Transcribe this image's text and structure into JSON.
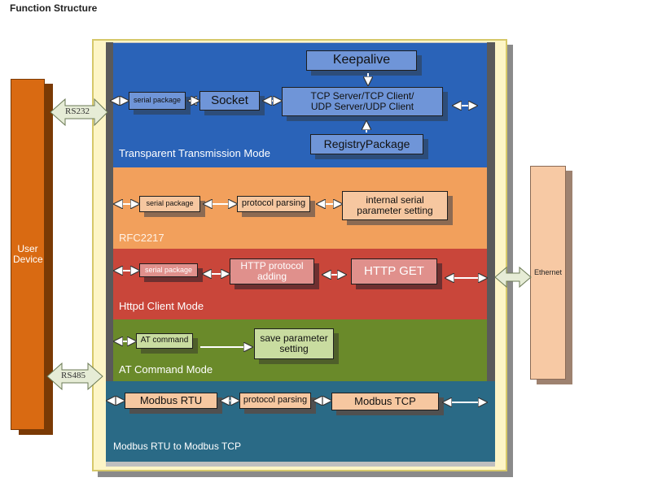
{
  "title": "Function Structure",
  "user_device": "User Device",
  "ethernet": "Ethernet",
  "ports": {
    "rs232": "RS232",
    "rs485": "RS485"
  },
  "bands": {
    "transparent": {
      "label": "Transparent Transmission Mode",
      "serial_package": "serial package",
      "socket": "Socket",
      "keepalive": "Keepalive",
      "tcp_udp": "TCP Server/TCP Client/ UDP Server/UDP Client",
      "registry": "RegistryPackage"
    },
    "rfc2217": {
      "label": "RFC2217",
      "serial_package": "serial package",
      "protocol_parsing": "protocol parsing",
      "internal_serial": "internal serial parameter setting"
    },
    "httpd": {
      "label": "Httpd Client Mode",
      "serial_package": "serial package",
      "http_protocol": "HTTP protocol adding",
      "http_get": "HTTP GET"
    },
    "at": {
      "label": "AT Command Mode",
      "at_command": "AT command",
      "save_parameter": "save parameter setting"
    },
    "modbus": {
      "label": "Modbus RTU to Modbus TCP",
      "modbus_rtu": "Modbus RTU",
      "protocol_parsing": "protocol parsing",
      "modbus_tcp": "Modbus TCP"
    }
  },
  "colors": {
    "transparent": "#2a63b8",
    "rfc2217": "#f2a05c",
    "httpd": "#c9463a",
    "at": "#6a8a2a",
    "modbus": "#2a6a86",
    "user_device": "#d96a12"
  }
}
